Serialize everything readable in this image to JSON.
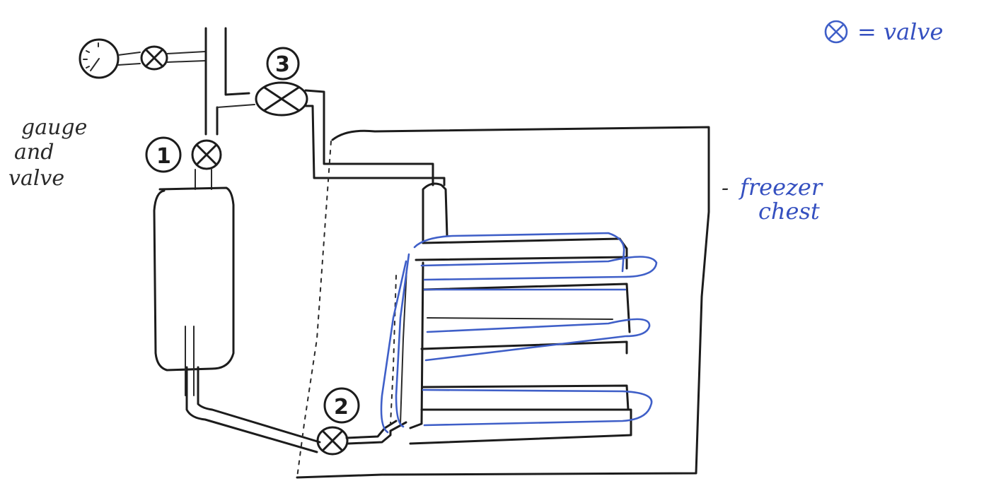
{
  "legend": {
    "text": "= valve",
    "color": "#3f5fc8"
  },
  "labels": {
    "gauge_line1": "gauge",
    "gauge_line2": "and",
    "gauge_line3": "valve",
    "freezer_line1": "freezer",
    "freezer_line2": "chest",
    "freezer_dash": "-"
  },
  "valve_numbers": {
    "v1": "1",
    "v2": "2",
    "v3": "3"
  },
  "colors": {
    "ink": "#1c1c1c",
    "blue_ink": "#3f5fc8"
  }
}
